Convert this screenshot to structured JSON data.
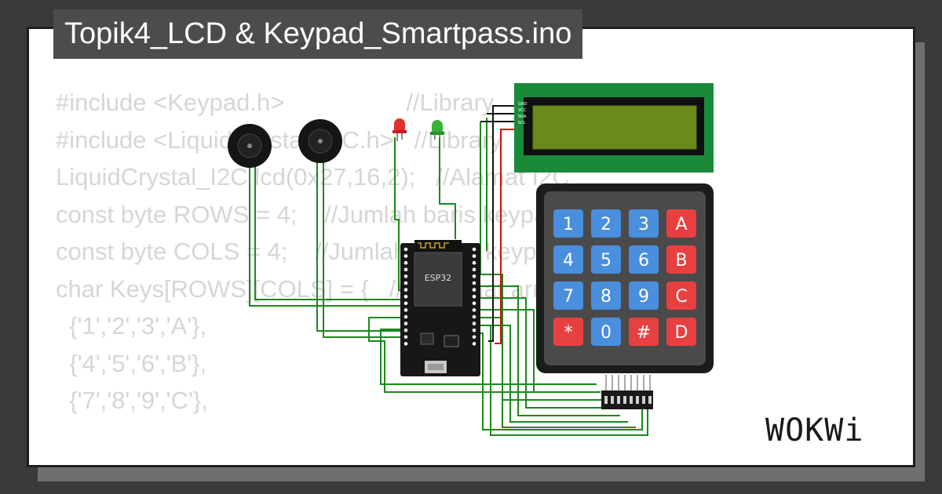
{
  "title": "Topik4_LCD & Keypad_Smartpass.ino",
  "brand": "WOKWi",
  "code_lines": [
    "#include <Keypad.h>                  //Library",
    "#include <LiquidCrystal_I2C.h>   //Library",
    "LiquidCrystal_I2C lcd(0x27,16,2);   //Alamat I2C",
    "",
    "const byte ROWS = 4;    //Jumlah baris keypad",
    "const byte COLS = 4;    //Jumlah kolom keypad",
    "",
    "char Keys[ROWS][COLS] = {   //Membuat array",
    "  {'1','2','3','A'},",
    "  {'4','5','6','B'},",
    "  {'7','8','9','C'},"
  ],
  "mcu_label": "ESP32",
  "lcd_pins": [
    "GND",
    "VCC",
    "SDA",
    "SCL"
  ],
  "keypad_keys": [
    [
      "1",
      "2",
      "3",
      "A"
    ],
    [
      "4",
      "5",
      "6",
      "B"
    ],
    [
      "7",
      "8",
      "9",
      "C"
    ],
    [
      "*",
      "0",
      "#",
      "D"
    ]
  ],
  "colors": {
    "background": "#3a3a3a",
    "panel": "#ffffff",
    "code_text": "#d6d6d6",
    "title_bg": "#4c4c4c",
    "wire_green": "#1a8a1a",
    "wire_red": "#d01010",
    "wire_black": "#111111",
    "key_digit": "#4a8ede",
    "key_symbol": "#e84040",
    "lcd_board": "#1a8a3a",
    "lcd_screen": "#6a8a1a"
  }
}
